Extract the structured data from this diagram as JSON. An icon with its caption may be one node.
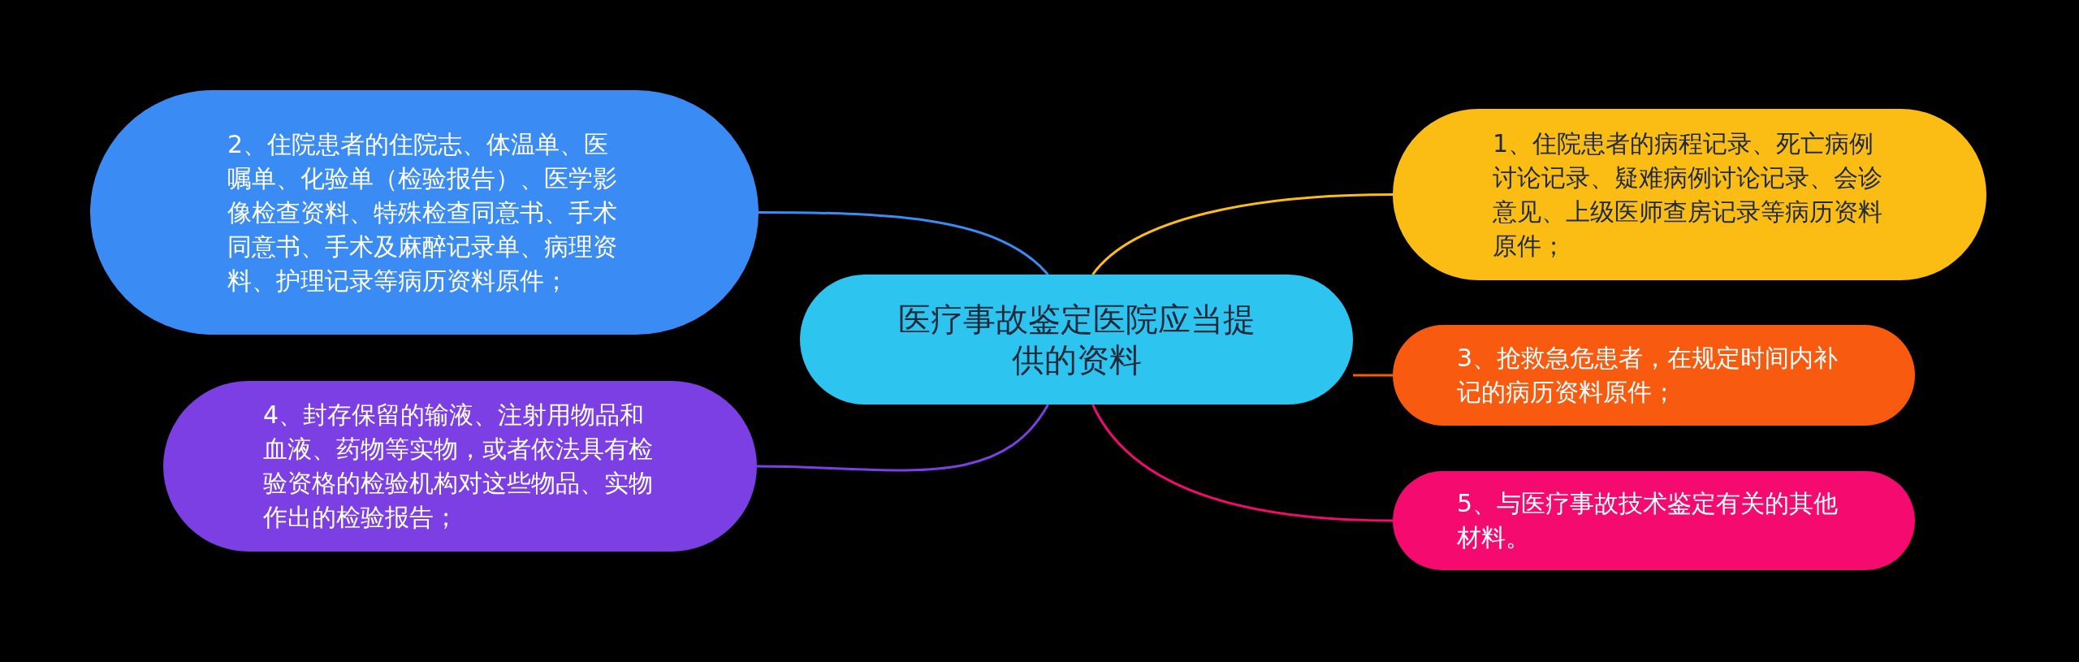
{
  "diagram": {
    "nodes": [
      {
        "text": [
          "医疗事故鉴定医院应当提供的资料"
        ]
      },
      {
        "text": [
          "2、住院患者的住院志、体温单、医嘱单、化验单（检验报告）、医学影像检查资料、特殊检查同意书、手术同意书、手术及麻醉记录单、病理资料、护理记录等病历资料原件；"
        ]
      },
      {
        "text": [
          "4、封存保留的输液、注射用物品和血液、药物等实物，或者依法具有检验资格的检验机构对这些物品、实物作出的检验报告；"
        ]
      },
      {
        "text": [
          "1、住院患者的病程记录、死亡病例讨论记录、疑难病例讨论记录、会诊意见、上级医师查房记录等病历资料原件；"
        ]
      },
      {
        "text": [
          "3、抢救急危患者，在规定时间内补记的病历资料原件；"
        ]
      },
      {
        "text": [
          "5、与医疗事故技术鉴定有关的其他材料。"
        ]
      }
    ],
    "edges": [
      {
        "from": 0,
        "to": 1,
        "arrow": "none",
        "color": "#3b8bf5"
      },
      {
        "from": 0,
        "to": 2,
        "arrow": "none",
        "color": "#7b3fe4"
      },
      {
        "from": 0,
        "to": 3,
        "arrow": "none",
        "color": "#fbbd14"
      },
      {
        "from": 0,
        "to": 4,
        "arrow": "none",
        "color": "#f85a10"
      },
      {
        "from": 0,
        "to": 5,
        "arrow": "none",
        "color": "#f50a70"
      }
    ]
  }
}
